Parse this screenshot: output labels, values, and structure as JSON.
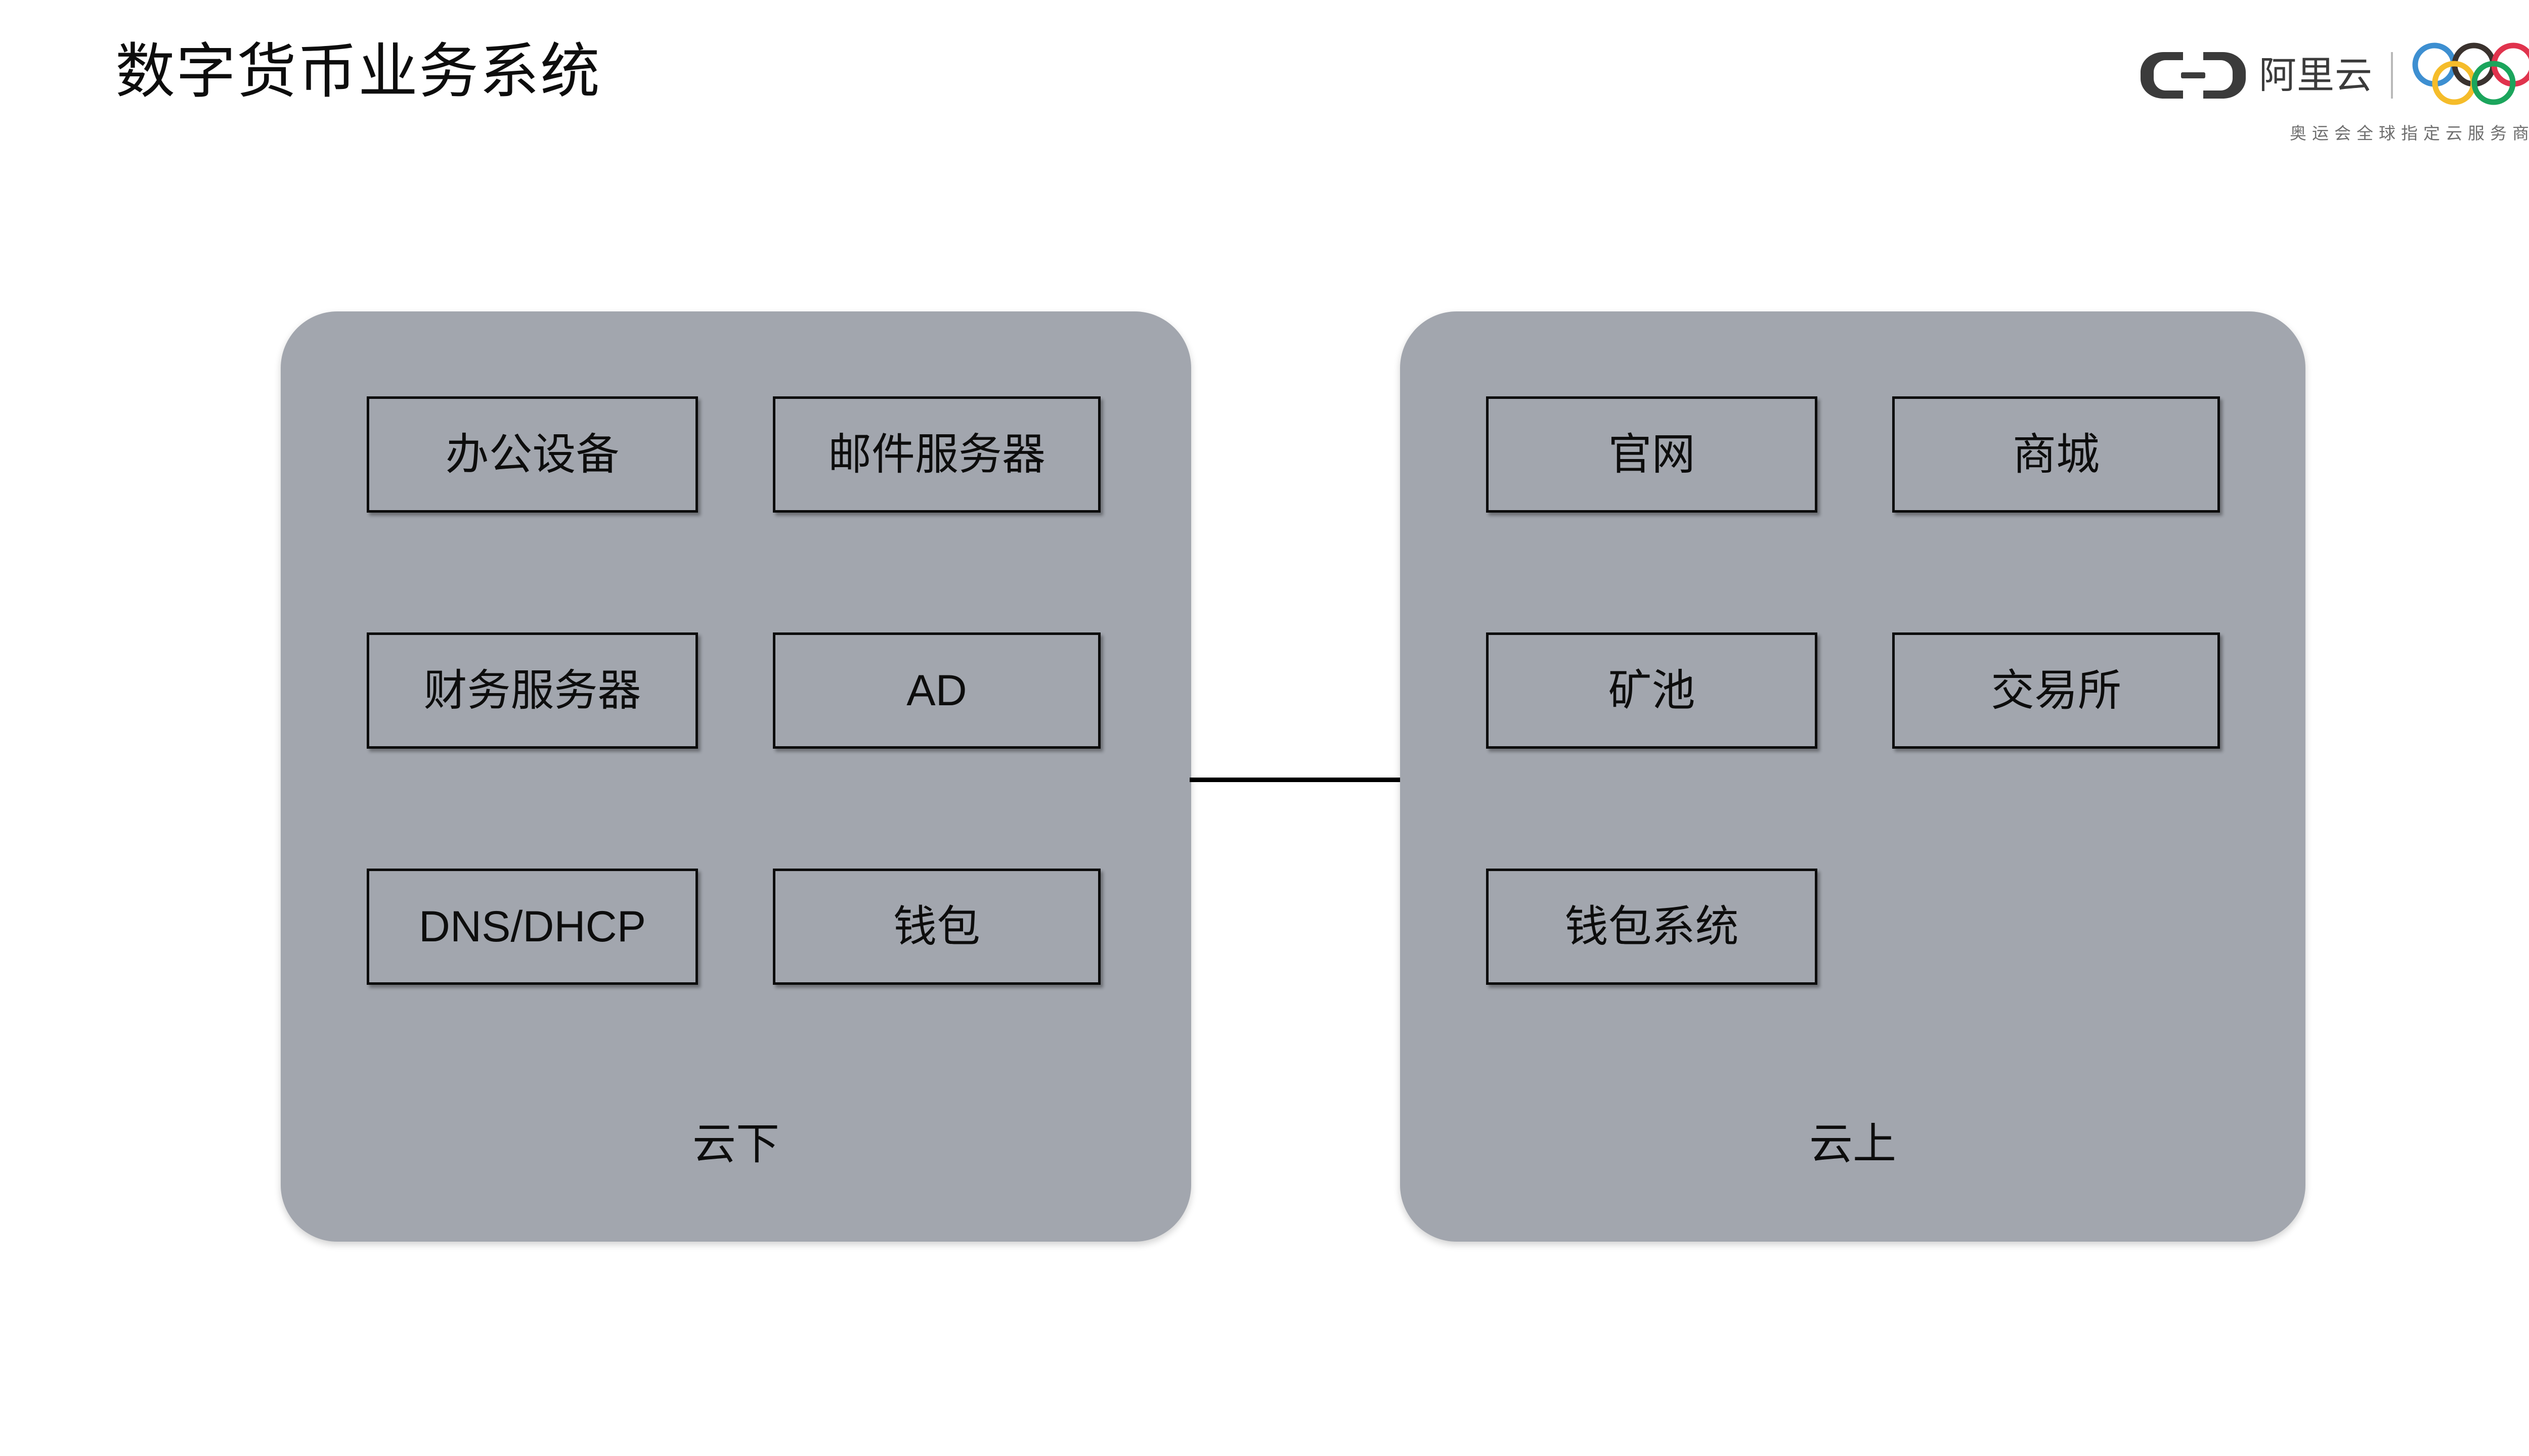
{
  "slide": {
    "title": "数字货币业务系统"
  },
  "brand": {
    "logo_icon": "alibaba-cloud-logo-icon",
    "name": "阿里云",
    "rings_icon": "olympic-rings-icon",
    "tagline": "奥运会全球指定云服务商",
    "ring_colors": {
      "blue": "#3d8fd1",
      "black": "#3a322e",
      "red": "#e0334d",
      "yellow": "#f5bc2a",
      "green": "#1ba55c"
    },
    "mark_color": "#3b3b3b"
  },
  "colors": {
    "zone_fill": "#a2a6ae",
    "node_fill": "#a2a6ae",
    "node_border": "#0b0b0b",
    "text": "#0d0d0d",
    "connector": "#000000",
    "background": "#ffffff"
  },
  "diagram": {
    "type": "two-zone-block-diagram",
    "connector": {
      "name": "zone-connector-line",
      "from": "云下",
      "to": "云上"
    },
    "zones": [
      {
        "id": "on-premise",
        "label": "云下",
        "rows": [
          [
            {
              "label": "办公设备"
            },
            {
              "label": "邮件服务器"
            }
          ],
          [
            {
              "label": "财务服务器"
            },
            {
              "label": "AD"
            }
          ],
          [
            {
              "label": "DNS/DHCP"
            },
            {
              "label": "钱包"
            }
          ]
        ]
      },
      {
        "id": "on-cloud",
        "label": "云上",
        "rows": [
          [
            {
              "label": "官网"
            },
            {
              "label": "商城"
            }
          ],
          [
            {
              "label": "矿池"
            },
            {
              "label": "交易所"
            }
          ],
          [
            {
              "label": "钱包系统"
            }
          ]
        ]
      }
    ]
  }
}
